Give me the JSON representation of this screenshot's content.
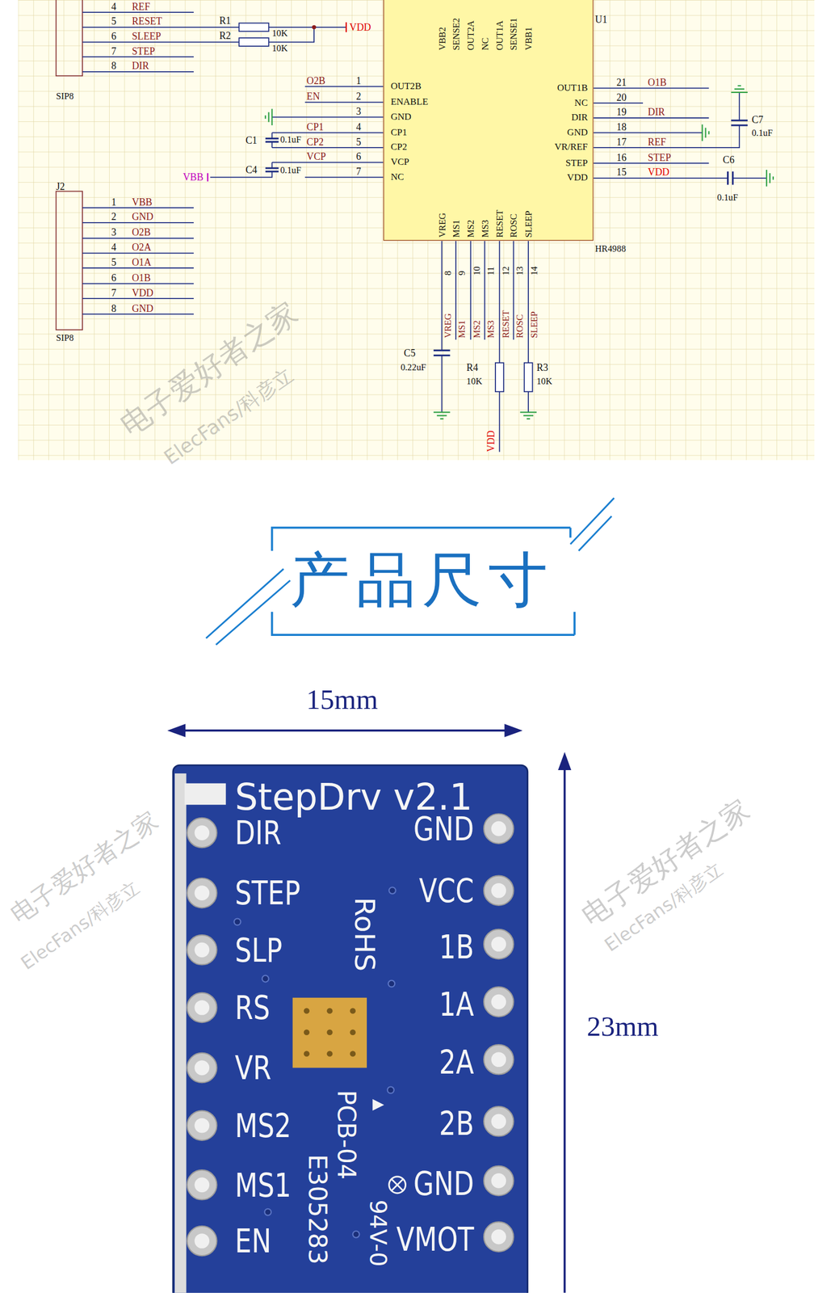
{
  "diagram": {
    "title": "产品尺寸",
    "nodes": [
      {
        "text": [
          "OUT2B",
          "ENABLE",
          "GND",
          "CP1",
          "CP2",
          "VCP",
          "NC",
          "OUT1B",
          "NC",
          "DIR",
          "GND",
          "VR/REF",
          "STEP",
          "VDD",
          "VBB2",
          "SENSE2",
          "OUT2A",
          "NC",
          "OUT1A",
          "SENSE1",
          "VBB1",
          "VREG",
          "MS1",
          "MS2",
          "MS3",
          "RESET",
          "ROSC",
          "SLEEP"
        ]
      },
      {
        "text": [
          "StepDrv v2.1",
          "DIR",
          "STEP",
          "SLP",
          "RS",
          "VR",
          "MS2",
          "MS1",
          "EN",
          "GND",
          "VCC",
          "1B",
          "1A",
          "2A",
          "2B",
          "GND",
          "VMOT",
          "RoHS",
          "PCB-04",
          "E305283",
          "94V-0"
        ]
      }
    ],
    "labels": [
      "4",
      "REF",
      "5",
      "RESET",
      "6",
      "SLEEP",
      "7",
      "STEP",
      "8",
      "DIR",
      "SIP8",
      "R1",
      "R2",
      "10K",
      "10K",
      "VDD",
      "J2",
      "1",
      "VBB",
      "2",
      "GND",
      "3",
      "O2B",
      "4",
      "O2A",
      "5",
      "O1A",
      "6",
      "O1B",
      "7",
      "VDD",
      "8",
      "GND",
      "SIP8",
      "O2B",
      "1",
      "EN",
      "2",
      "3",
      "CP1",
      "4",
      "CP2",
      "5",
      "VCP",
      "6",
      "7",
      "C1",
      "0.1uF",
      "C4",
      "0.1uF",
      "VBB",
      "21",
      "O1B",
      "20",
      "19",
      "DIR",
      "18",
      "17",
      "REF",
      "16",
      "STEP",
      "15",
      "VDD",
      "C7",
      "0.1uF",
      "C6",
      "0.1uF",
      "U1",
      "HR4988",
      "8",
      "9",
      "10",
      "11",
      "12",
      "13",
      "14",
      "VREG",
      "MS1",
      "MS2",
      "MS3",
      "RESET",
      "ROSC",
      "SLEEP",
      "C5",
      "0.22uF",
      "R4",
      "10K",
      "R3",
      "10K",
      "VDD",
      "电子爱好者之家",
      "ElecFans/科彦立",
      "15mm",
      "23mm",
      "电子爱好者之家",
      "ElecFans/科彦立",
      "电子爱好者之家",
      "ElecFans/科彦立"
    ]
  }
}
